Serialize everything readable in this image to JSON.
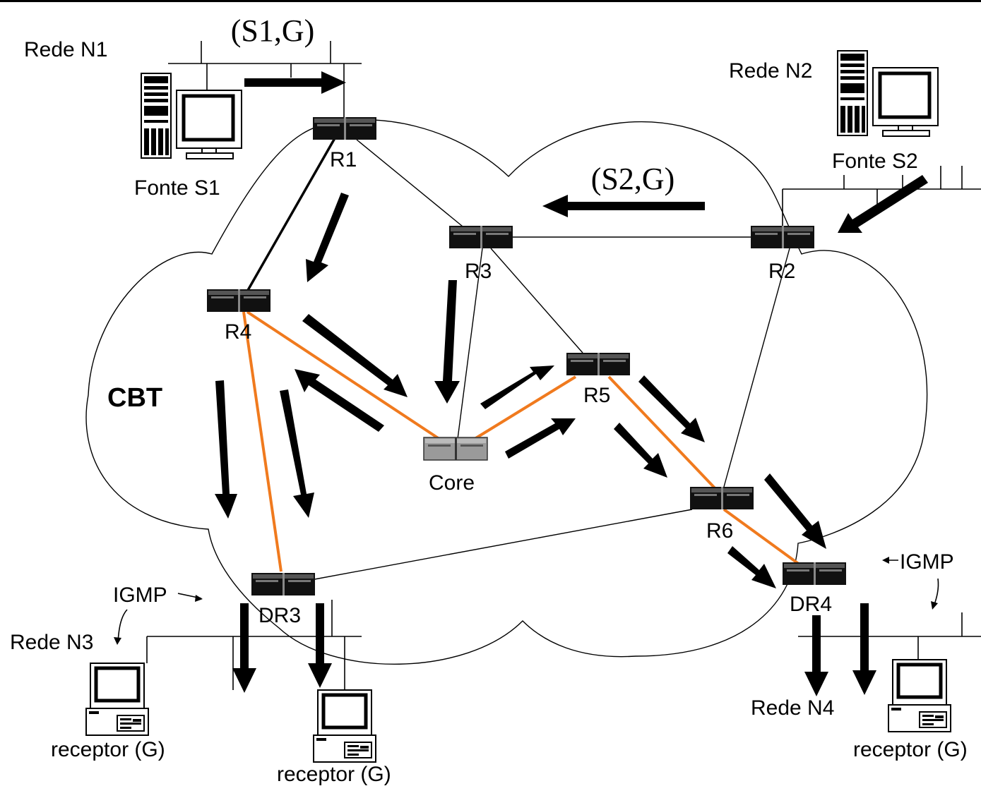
{
  "title": "",
  "cloud_label": "CBT",
  "flows": {
    "s1": "(S1,G)",
    "s2": "(S2,G)"
  },
  "networks": {
    "n1": "Rede N1",
    "n2": "Rede N2",
    "n3": "Rede N3",
    "n4": "Rede N4"
  },
  "sources": {
    "s1": "Fonte S1",
    "s2": "Fonte S2"
  },
  "routers": {
    "r1": "R1",
    "r2": "R2",
    "r3": "R3",
    "r4": "R4",
    "r5": "R5",
    "r6": "R6",
    "dr3": "DR3",
    "dr4": "DR4",
    "core": "Core"
  },
  "igmp": {
    "left": "IGMP",
    "right": "IGMP"
  },
  "receivers": {
    "a": "receptor (G)",
    "b": "receptor (G)",
    "c": "receptor (G)"
  },
  "colors": {
    "shared_tree": "#f07a1e",
    "core_router": "#9a9a9a",
    "router": "#111111"
  }
}
